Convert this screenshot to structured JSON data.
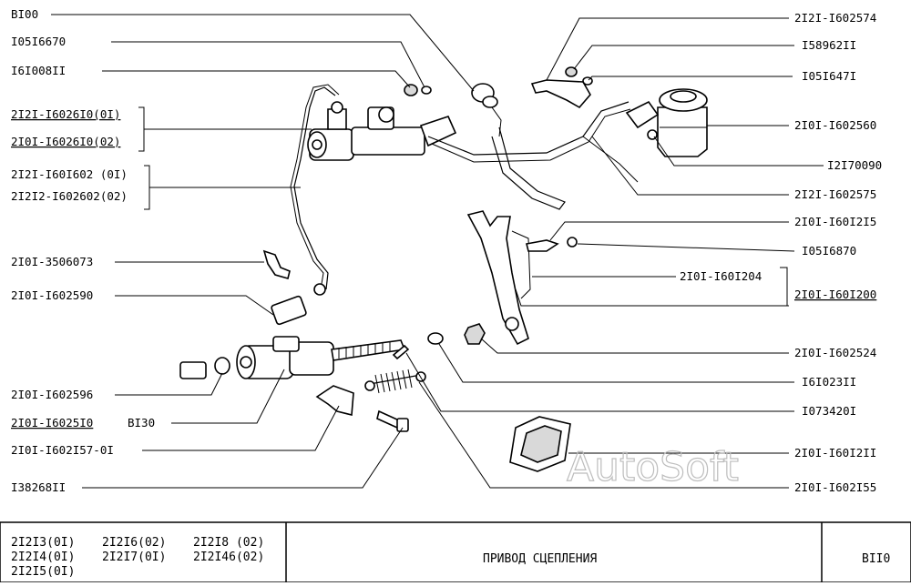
{
  "labels_left": [
    {
      "text": "BI00",
      "underline": false
    },
    {
      "text": "I05I6670",
      "underline": false
    },
    {
      "text": "I6I008II",
      "underline": false
    },
    {
      "text": "2I2I-I6026I0(0I)",
      "underline": true
    },
    {
      "text": "2I0I-I6026I0(02)",
      "underline": true
    },
    {
      "text": "2I2I-I60I602 (0I)",
      "underline": false
    },
    {
      "text": "2I2I2-I602602(02)",
      "underline": false
    },
    {
      "text": "2I0I-3506073",
      "underline": false
    },
    {
      "text": "2I0I-I602590",
      "underline": false
    },
    {
      "text": "2I0I-I602596",
      "underline": false
    },
    {
      "text": "2I0I-I6025I0",
      "underline": true
    },
    {
      "text": "BI30",
      "underline": false
    },
    {
      "text": "2I0I-I602I57-0I",
      "underline": false
    },
    {
      "text": "I38268II",
      "underline": false
    }
  ],
  "labels_right": [
    {
      "text": "2I2I-I602574",
      "underline": false
    },
    {
      "text": "I58962II",
      "underline": false
    },
    {
      "text": "I05I647I",
      "underline": false
    },
    {
      "text": "2I0I-I602560",
      "underline": false
    },
    {
      "text": "I2I70090",
      "underline": false
    },
    {
      "text": "2I2I-I602575",
      "underline": false
    },
    {
      "text": "2I0I-I60I2I5",
      "underline": false
    },
    {
      "text": "I05I6870",
      "underline": false
    },
    {
      "text": "2I0I-I60I204",
      "underline": false
    },
    {
      "text": "2I0I-I60I200",
      "underline": true
    },
    {
      "text": "2I0I-I602524",
      "underline": false
    },
    {
      "text": "I6I023II",
      "underline": false
    },
    {
      "text": "I073420I",
      "underline": false
    },
    {
      "text": "2I0I-I60I2II",
      "underline": false
    },
    {
      "text": "2I0I-I602I55",
      "underline": false
    }
  ],
  "watermark": "AutoSoft",
  "title_block": {
    "models": [
      "2I2I3(0I)",
      "2I2I6(02)",
      "2I2I8 (02)",
      "2I2I4(0I)",
      "2I2I7(0I)",
      "2I2I46(02)",
      "2I2I5(0I)"
    ],
    "title": "ПРИВОД СЦЕПЛЕНИЯ",
    "code": "BII0"
  }
}
